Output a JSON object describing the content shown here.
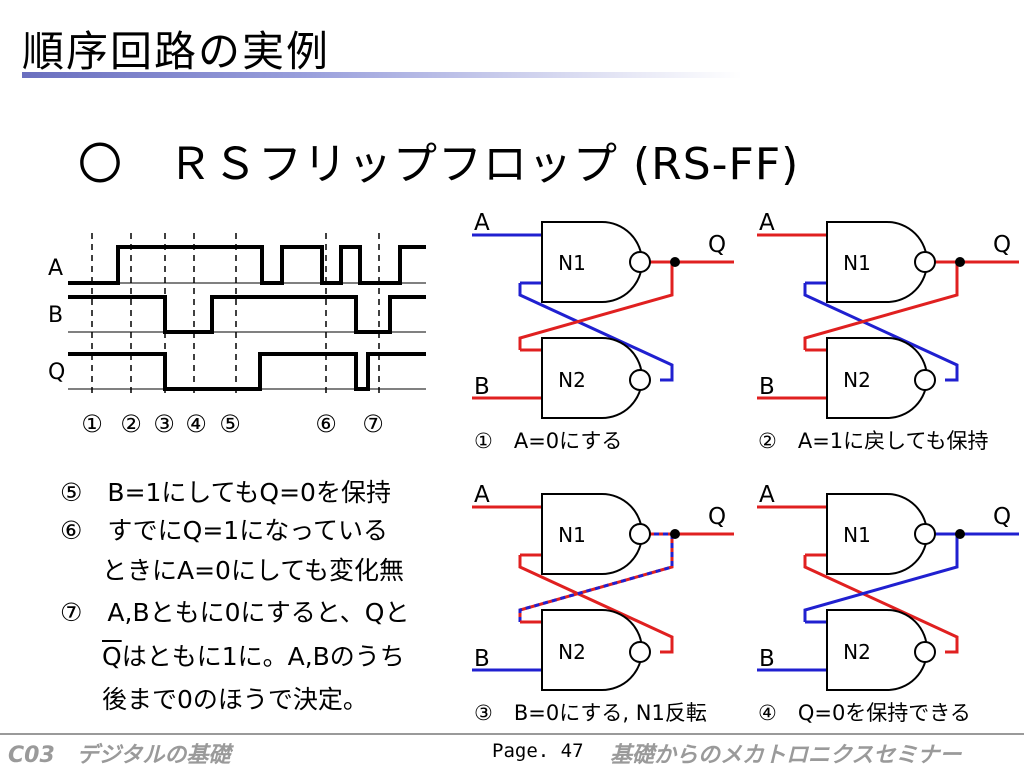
{
  "title": "順序回路の実例",
  "heading": "〇　ＲＳフリップフロップ (RS-FF)",
  "timing": {
    "signals": [
      "A",
      "B",
      "Q"
    ],
    "markers": [
      "①",
      "②",
      "③",
      "④",
      "⑤",
      "⑥",
      "⑦"
    ]
  },
  "steps": [
    {
      "text": "⑤　B=1にしてもQ=0を保持"
    },
    {
      "text": "⑥　すでにQ=1になっている"
    },
    {
      "text": "ときにA=0にしても変化無"
    },
    {
      "text": "⑦　A,Bともに0にすると、Qと"
    },
    {
      "prefix": "Q",
      "text": "はともに1に。A,Bのうち"
    },
    {
      "text": "後まで0のほうで決定。"
    }
  ],
  "circuit_labels": {
    "a": "A",
    "b": "B",
    "q": "Q",
    "n1": "N1",
    "n2": "N2"
  },
  "captions": [
    "①　A=0にする",
    "②　A=1に戻しても保持",
    "③　B=0にする, N1反転",
    "④　Q=0を保持できる"
  ],
  "colors": {
    "high": "#e02020",
    "low": "#2020d0"
  },
  "footer": {
    "left": "C03　デジタルの基礎",
    "page": "Page. 47",
    "right": "基礎からのメカトロニクスセミナー"
  }
}
